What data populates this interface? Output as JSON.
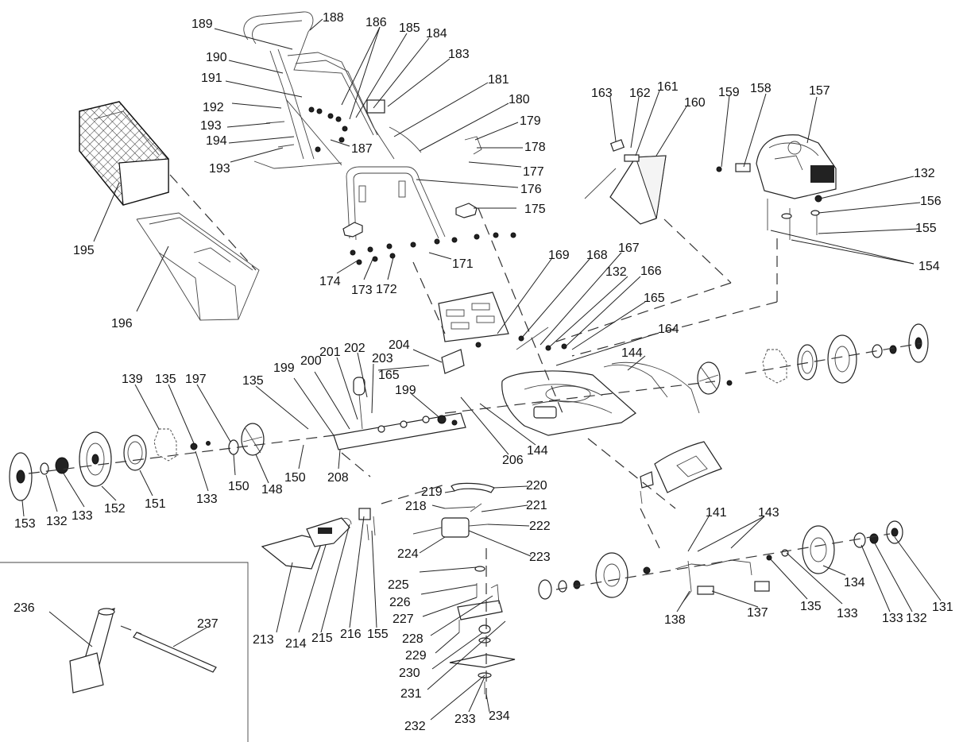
{
  "labels": {
    "l189": "189",
    "l188": "188",
    "l186": "186",
    "l185": "185",
    "l184": "184",
    "l183": "183",
    "l190": "190",
    "l191": "191",
    "l192": "192",
    "l193a": "193",
    "l194": "194",
    "l193b": "193",
    "l187": "187",
    "l181": "181",
    "l180": "180",
    "l179": "179",
    "l178": "178",
    "l177": "177",
    "l176": "176",
    "l175": "175",
    "l171": "171",
    "l174": "174",
    "l173": "173",
    "l172": "172",
    "l195": "195",
    "l196": "196",
    "l163": "163",
    "l162": "162",
    "l161": "161",
    "l160": "160",
    "l159": "159",
    "l158": "158",
    "l157": "157",
    "l132a": "132",
    "l156": "156",
    "l155a": "155",
    "l154": "154",
    "l169": "169",
    "l168": "168",
    "l167": "167",
    "l132b": "132",
    "l166": "166",
    "l165a": "165",
    "l164": "164",
    "l144a": "144",
    "l204": "204",
    "l202": "202",
    "l201": "201",
    "l203": "203",
    "l165b": "165",
    "l200": "200",
    "l199a": "199",
    "l199b": "199",
    "l139": "139",
    "l135a": "135",
    "l197": "197",
    "l135b": "135",
    "l206": "206",
    "l144b": "144",
    "l153": "153",
    "l132c": "132",
    "l133a": "133",
    "l152": "152",
    "l151": "151",
    "l133b": "133",
    "l150a": "150",
    "l148": "148",
    "l150b": "150",
    "l208": "208",
    "l219": "219",
    "l220": "220",
    "l218": "218",
    "l221": "221",
    "l222": "222",
    "l224": "224",
    "l223": "223",
    "l225": "225",
    "l226": "226",
    "l227": "227",
    "l228": "228",
    "l229": "229",
    "l230": "230",
    "l231": "231",
    "l232": "232",
    "l233": "233",
    "l234": "234",
    "l213": "213",
    "l214": "214",
    "l215": "215",
    "l216": "216",
    "l155b": "155",
    "l141": "141",
    "l143": "143",
    "l134": "134",
    "l138": "138",
    "l137": "137",
    "l135c": "135",
    "l133c": "133",
    "l133d": "133",
    "l132d": "132",
    "l131": "131",
    "l236": "236",
    "l237": "237"
  }
}
